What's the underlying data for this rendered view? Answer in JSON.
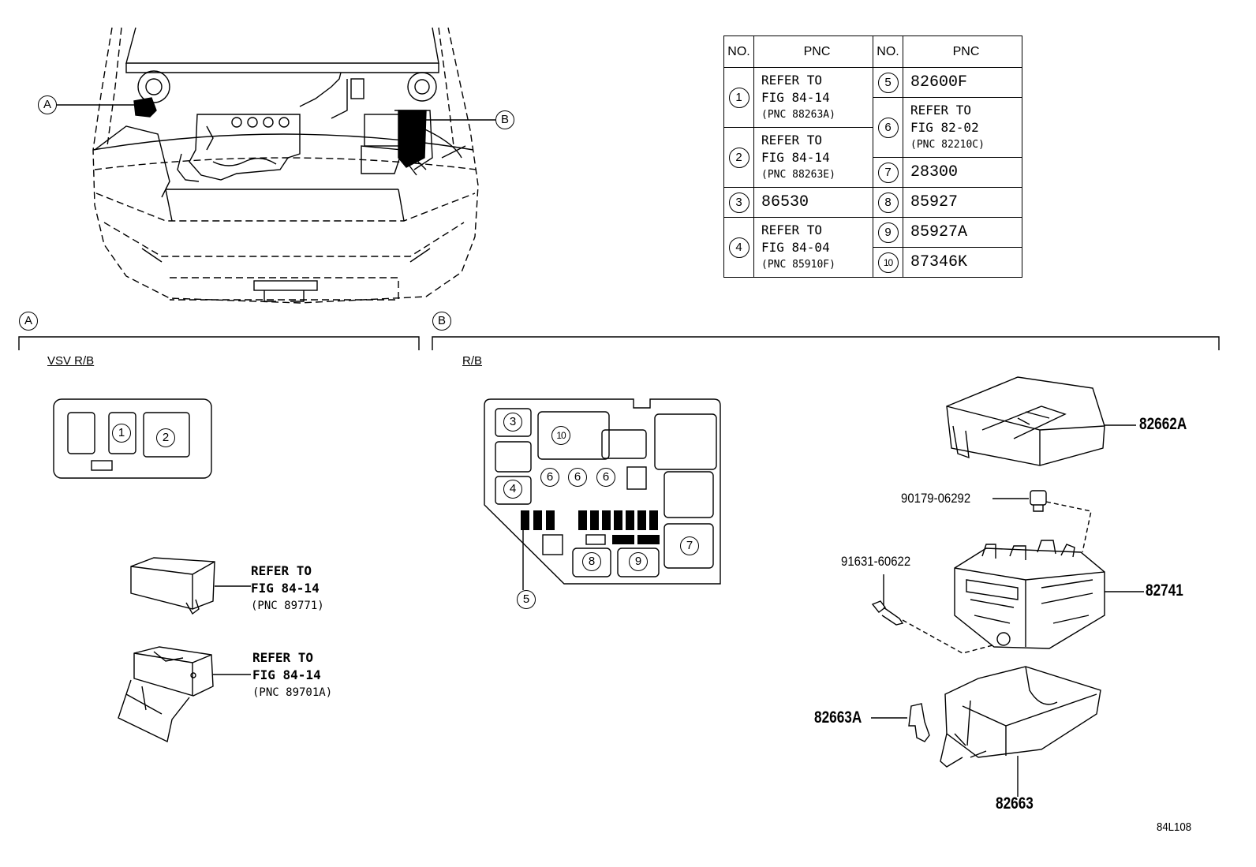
{
  "table": {
    "headers": {
      "no": "NO.",
      "pnc": "PNC"
    },
    "left_rows": [
      {
        "no": "1",
        "text": [
          "REFER TO",
          "FIG 84-14"
        ],
        "pnc": "(PNC 88263A)"
      },
      {
        "no": "2",
        "text": [
          "REFER TO",
          "FIG 84-14"
        ],
        "pnc": "(PNC 88263E)"
      },
      {
        "no": "3",
        "value": "86530"
      },
      {
        "no": "4",
        "text": [
          "REFER TO",
          "FIG 84-04"
        ],
        "pnc": "(PNC 85910F)"
      }
    ],
    "right_rows": [
      {
        "no": "5",
        "value": "82600F"
      },
      {
        "no": "6",
        "text": [
          "REFER TO",
          "FIG 82-02"
        ],
        "pnc": "(PNC 82210C)"
      },
      {
        "no": "7",
        "value": "28300"
      },
      {
        "no": "8",
        "value": "85927"
      },
      {
        "no": "9",
        "value": "85927A"
      },
      {
        "no": "10",
        "value": "87346K"
      }
    ]
  },
  "callouts": {
    "a": "A",
    "b": "B"
  },
  "section_a": {
    "title": "VSV R/B",
    "slot_1": "1",
    "slot_2": "2",
    "cover_ref": [
      "REFER TO",
      "FIG 84-14",
      "(PNC 89771)"
    ],
    "base_ref": [
      "REFER TO",
      "FIG 84-14",
      "(PNC 89701A)"
    ]
  },
  "section_b": {
    "title": "R/B",
    "slots": {
      "s3": "3",
      "s10": "10",
      "s4": "4",
      "s6a": "6",
      "s6b": "6",
      "s6c": "6",
      "s7": "7",
      "s8": "8",
      "s9": "9",
      "s5": "5"
    }
  },
  "parts": {
    "cover": "82662A",
    "clip": "90179-06292",
    "bolt": "91631-60622",
    "block": "82741",
    "bracket": "82663A",
    "lower_case": "82663"
  },
  "figure_id": "84L108"
}
